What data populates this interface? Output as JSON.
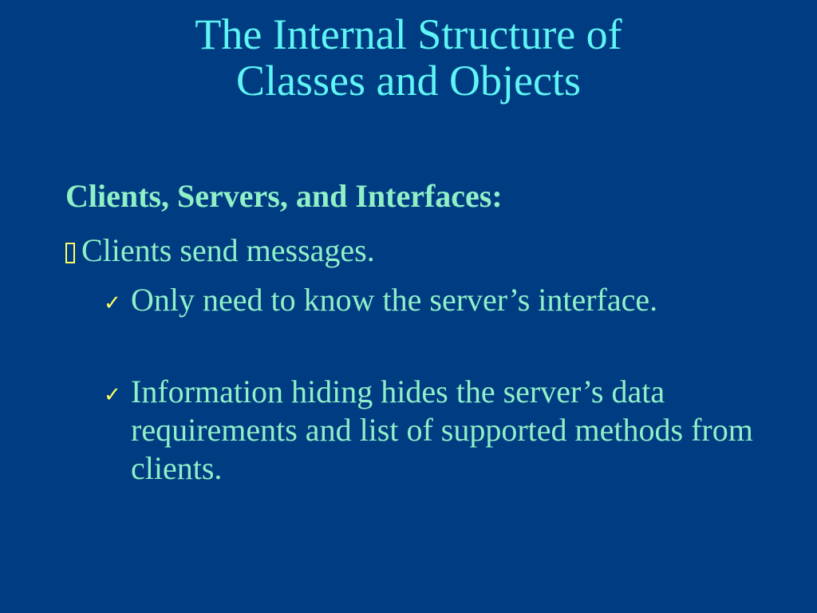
{
  "slide": {
    "title_lines": [
      "The Internal Structure of",
      "Classes and Objects"
    ],
    "subtitle": "Clients, Servers, and Interfaces:",
    "bullet": {
      "icon": "square-bullet-icon",
      "text": "Clients send messages."
    },
    "sub_bullets": [
      {
        "icon": "checkmark-icon",
        "glyph": "✓",
        "text": "Only need to know the server’s interface."
      },
      {
        "icon": "checkmark-icon",
        "glyph": "✓",
        "text": "Information hiding hides the server’s data requirements and list of supported methods from clients."
      }
    ]
  },
  "colors": {
    "background": "#003c82",
    "title": "#5ff5f5",
    "body_text": "#8ff0c8",
    "bullet": "#ffff66"
  }
}
